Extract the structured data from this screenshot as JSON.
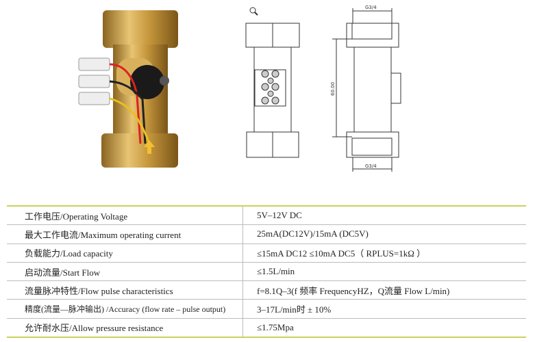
{
  "drawing": {
    "thread_top": "G3/4",
    "thread_bottom": "G3/4",
    "length": "60.00",
    "zoom_icon": "magnifier-icon"
  },
  "specs": [
    {
      "label": "工作电压/Operating Voltage",
      "value": "5V–12V DC"
    },
    {
      "label": "最大工作电流/Maximum operating current",
      "value": "25mA(DC12V)/15mA (DC5V)"
    },
    {
      "label": "负载能力/Load capacity",
      "value": "≤15mA DC12 ≤10mA DC5（ RPLUS=1kΩ ）"
    },
    {
      "label": "启动流量/Start Flow",
      "value": "≤1.5L/min"
    },
    {
      "label": "流量脉冲特性/Flow pulse characteristics",
      "value": "f=8.1Q–3(f 频率 FrequencyHZ，Q流量 Flow L/min)"
    },
    {
      "label": "精度(流量—脉冲输出) /Accuracy (flow rate – pulse output)",
      "value": "3–17L/min时 ± 10%"
    },
    {
      "label": "允许耐水压/Allow pressure resistance",
      "value": "≤1.75Mpa"
    }
  ]
}
